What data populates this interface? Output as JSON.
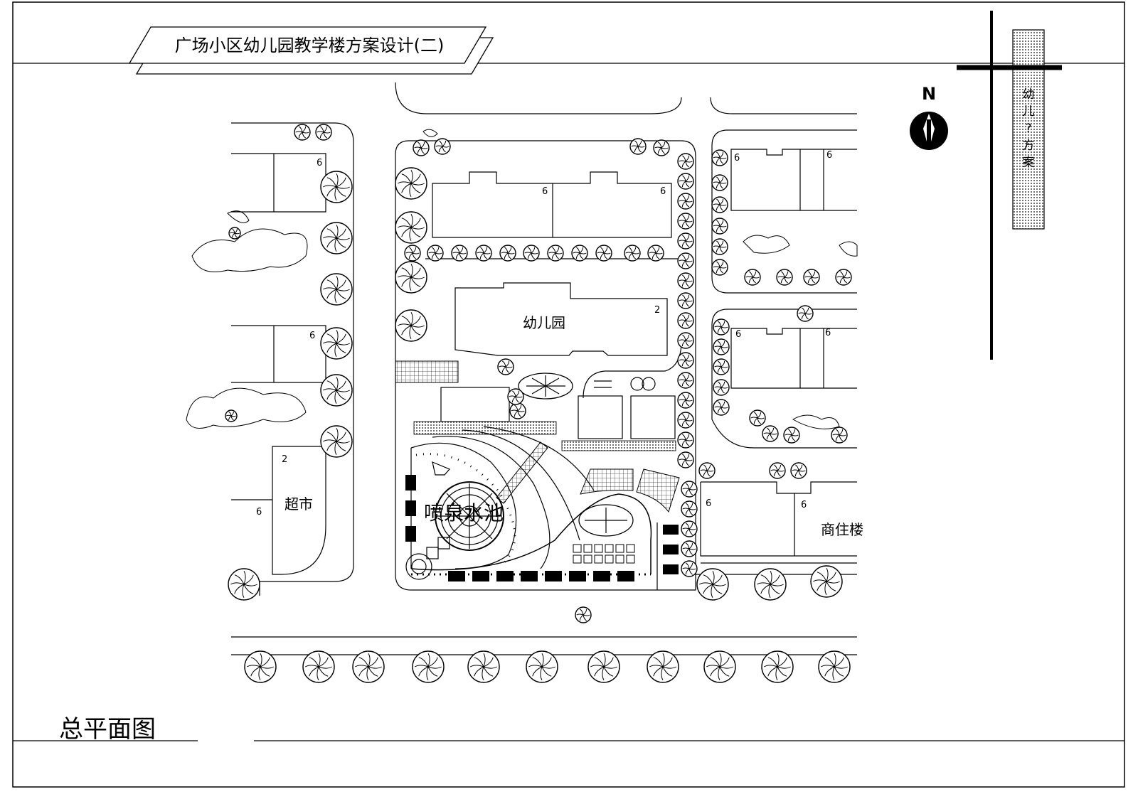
{
  "sheet": {
    "title": "广场小区幼儿园教学楼方案设计(二)",
    "drawing_name": "总平面图",
    "side_label_chars": [
      "幼",
      "儿",
      "?",
      "方",
      "案"
    ]
  },
  "compass": {
    "north_label": "N"
  },
  "labels": {
    "kindergarten": "幼儿园",
    "supermarket": "超市",
    "fountain": "喷泉水池",
    "commercial": "商住楼"
  },
  "floor_counts": {
    "west_top": "6",
    "west_mid": "6",
    "supermarket_floors": "2",
    "supermarket_side": "6",
    "north_left": "6",
    "north_right": "6",
    "kindergarten_floors": "2",
    "east_top_left": "6",
    "east_top_right": "6",
    "east_mid_left": "6",
    "east_mid_right": "6",
    "south_east_left": "6",
    "south_east_right": "6"
  },
  "colors": {
    "line": "#000000",
    "hatch": "#555555",
    "paper": "#ffffff"
  }
}
